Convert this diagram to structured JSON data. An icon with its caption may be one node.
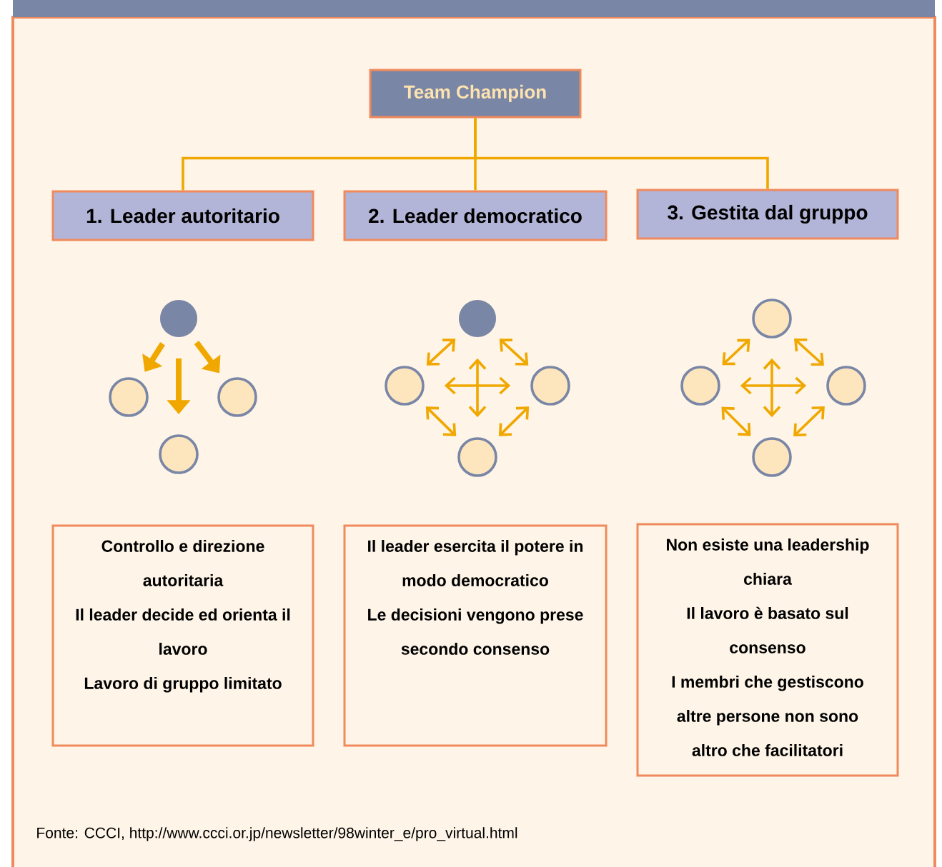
{
  "diagram": {
    "caption": "Fonte: CCCI, http://www.ccci.or.jp/newsletter/98winter_e/pro_virtual.html",
    "nodes": [
      {
        "text": [
          "Team Champion"
        ]
      },
      {
        "text": [
          "1. Leader autoritario"
        ]
      },
      {
        "text": [
          "2. Leader democratico"
        ]
      },
      {
        "text": [
          "3. Gestita dal gruppo"
        ]
      },
      {
        "text": [],
        "shape": "circle"
      },
      {
        "text": [],
        "shape": "circle"
      },
      {
        "text": [],
        "shape": "circle"
      },
      {
        "text": [],
        "shape": "circle"
      },
      {
        "text": [],
        "shape": "circle"
      },
      {
        "text": [],
        "shape": "circle"
      },
      {
        "text": [],
        "shape": "circle"
      },
      {
        "text": [],
        "shape": "circle"
      },
      {
        "text": [],
        "shape": "circle"
      },
      {
        "text": [],
        "shape": "circle"
      },
      {
        "text": [],
        "shape": "circle"
      },
      {
        "text": [],
        "shape": "circle"
      },
      {
        "text": [
          "Controllo e direzione autoritaria",
          "Il leader decide ed orienta il lavoro",
          "Lavoro di gruppo limitato"
        ]
      },
      {
        "text": [
          "Il leader esercita il potere in modo democratico",
          "Le decisioni vengono prese secondo consenso"
        ]
      },
      {
        "text": [
          "Non esiste una leadership chiara",
          "Il lavoro è basato sul consenso",
          "I membri che gestiscono altre persone non sono altro che facilitatori"
        ]
      }
    ],
    "edges": [
      {
        "from": 0,
        "to": 1,
        "arrow": "none"
      },
      {
        "from": 0,
        "to": 2,
        "arrow": "none"
      },
      {
        "from": 0,
        "to": 3,
        "arrow": "none"
      },
      {
        "from": 4,
        "to": 5,
        "arrow": "to",
        "style": "thick"
      },
      {
        "from": 4,
        "to": 7,
        "arrow": "to",
        "style": "thick"
      },
      {
        "from": 4,
        "to": 6,
        "arrow": "to",
        "style": "thick"
      },
      {
        "from": 8,
        "to": 9,
        "arrow": "both"
      },
      {
        "from": 8,
        "to": 10,
        "arrow": "both"
      },
      {
        "from": 8,
        "to": 11,
        "arrow": "both"
      },
      {
        "from": 9,
        "to": 10,
        "arrow": "both"
      },
      {
        "from": 9,
        "to": 11,
        "arrow": "both"
      },
      {
        "from": 10,
        "to": 11,
        "arrow": "both"
      },
      {
        "from": 12,
        "to": 13,
        "arrow": "both"
      },
      {
        "from": 12,
        "to": 14,
        "arrow": "both"
      },
      {
        "from": 12,
        "to": 15,
        "arrow": "both"
      },
      {
        "from": 13,
        "to": 14,
        "arrow": "both"
      },
      {
        "from": 13,
        "to": 15,
        "arrow": "both"
      },
      {
        "from": 14,
        "to": 15,
        "arrow": "both"
      }
    ]
  }
}
